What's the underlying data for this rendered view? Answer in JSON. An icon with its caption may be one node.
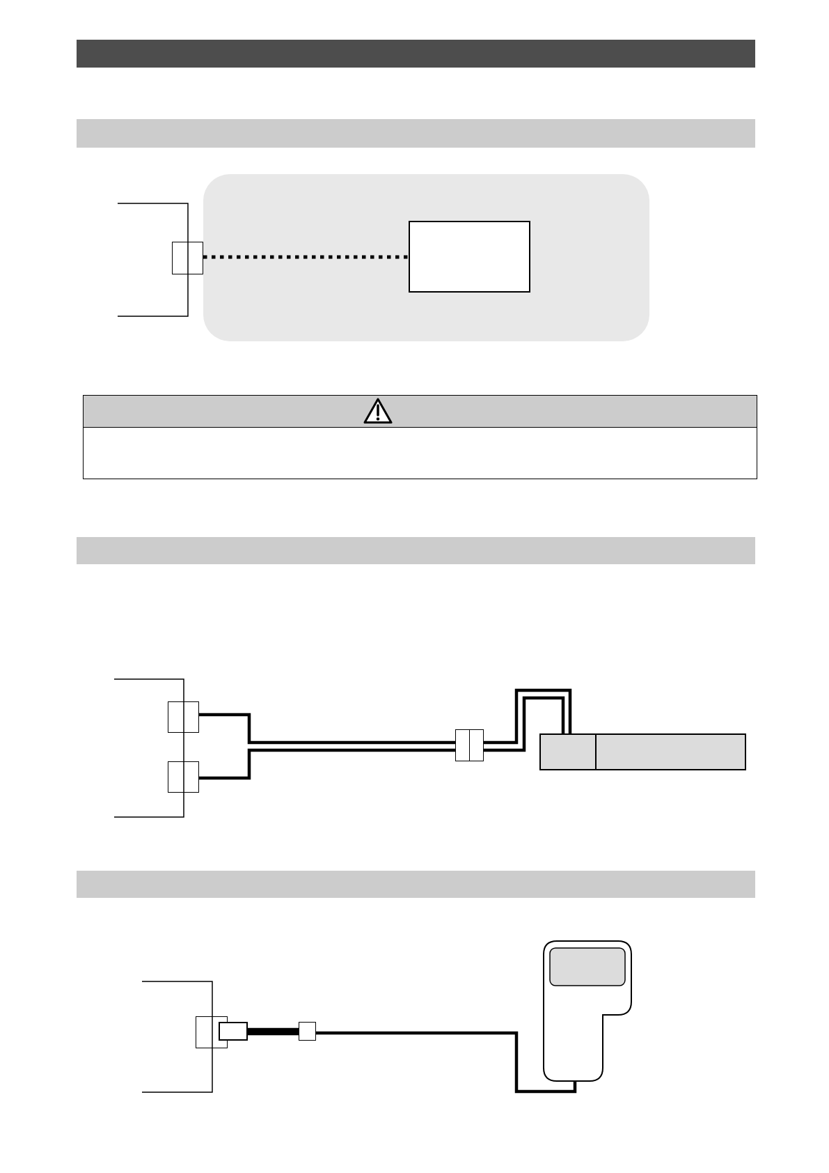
{
  "diagram": {
    "nodes": [
      {
        "text": [],
        "shape": "bar"
      },
      {
        "text": [],
        "shape": "bar"
      },
      {
        "text": [],
        "shape": "box"
      },
      {
        "text": [],
        "shape": "box"
      },
      {
        "text": [],
        "shape": "box",
        "in": 2
      },
      {
        "text": [],
        "shape": "bar"
      },
      {
        "text": [],
        "shape": "box"
      },
      {
        "text": [],
        "shape": "box"
      },
      {
        "text": [],
        "shape": "box"
      },
      {
        "text": [],
        "shape": "box"
      },
      {
        "text": [],
        "shape": "box"
      },
      {
        "text": [],
        "shape": "bar"
      },
      {
        "text": [],
        "shape": "box"
      },
      {
        "text": [],
        "shape": "box"
      },
      {
        "text": [],
        "shape": "box"
      },
      {
        "text": [],
        "shape": "picture"
      }
    ],
    "edges": [
      {
        "from": 3,
        "to": 4,
        "arrow": "none",
        "style": "dashed"
      },
      {
        "from": 6,
        "to": 8,
        "arrow": "none"
      },
      {
        "from": 7,
        "to": 8,
        "arrow": "none"
      },
      {
        "from": 8,
        "to": 9,
        "arrow": "none"
      },
      {
        "from": 8,
        "to": 9,
        "arrow": "none"
      },
      {
        "from": 13,
        "to": 14,
        "arrow": "none",
        "style": "thick"
      },
      {
        "from": 14,
        "to": 15,
        "arrow": "none"
      }
    ]
  }
}
